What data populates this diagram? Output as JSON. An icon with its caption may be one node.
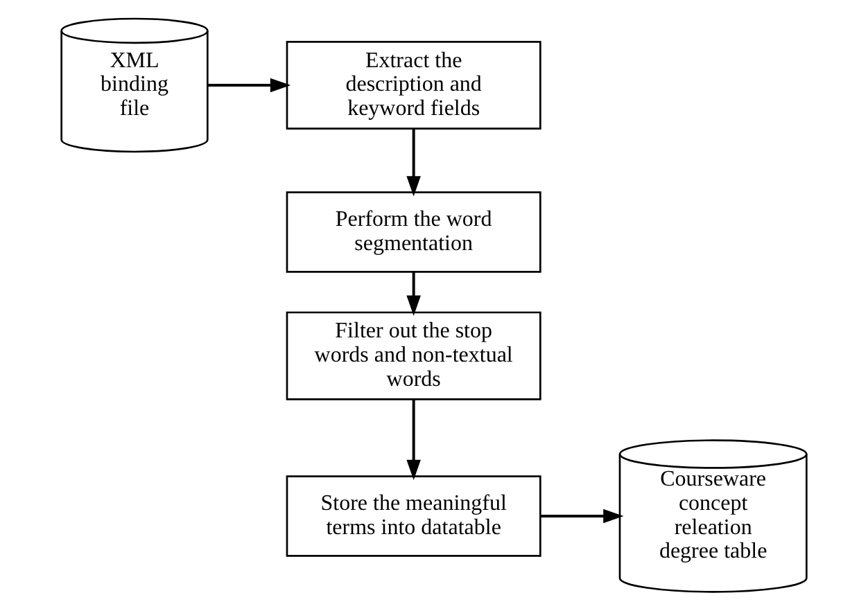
{
  "diagram": {
    "nodes": [
      {
        "text": [
          "XML binding file"
        ]
      },
      {
        "text": [
          "Extract the description and keyword fields"
        ]
      },
      {
        "text": [
          "Perform the word segmentation"
        ]
      },
      {
        "text": [
          "Filter out the stop words and non-textual words"
        ]
      },
      {
        "text": [
          "Store the meaningful terms into datatable"
        ]
      },
      {
        "text": [
          "Courseware concept releation degree table"
        ]
      }
    ],
    "edges": [
      {
        "from": 0,
        "to": 1,
        "arrow": "to"
      },
      {
        "from": 1,
        "to": 2,
        "arrow": "to"
      },
      {
        "from": 2,
        "to": 3,
        "arrow": "to"
      },
      {
        "from": 3,
        "to": 4,
        "arrow": "to"
      },
      {
        "from": 4,
        "to": 5,
        "arrow": "to"
      }
    ]
  }
}
